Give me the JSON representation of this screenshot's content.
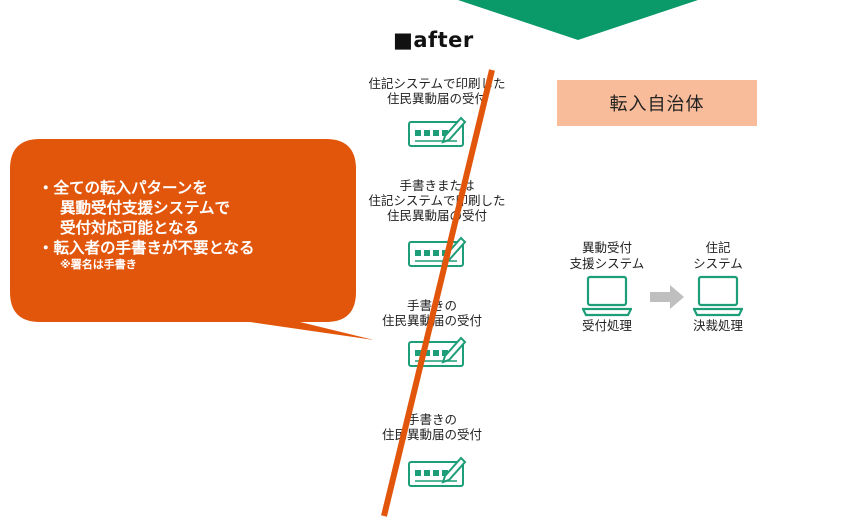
{
  "header": {
    "title": "■after"
  },
  "forms": [
    {
      "lines": [
        "住記システムで印刷した",
        "住民異動届の受付"
      ]
    },
    {
      "lines": [
        "手書きまたは",
        "住記システムで印刷した",
        "住民異動届の受付"
      ]
    },
    {
      "lines": [
        "手書きの",
        "住民異動届の受付"
      ]
    },
    {
      "lines": [
        "手書きの",
        "住民異動届の受付"
      ]
    }
  ],
  "destination": {
    "label": "転入自治体"
  },
  "systems": [
    {
      "name_lines": [
        "異動受付",
        "支援システム"
      ],
      "caption": "受付処理"
    },
    {
      "name_lines": [
        "住記",
        "システム"
      ],
      "caption": "決裁処理"
    }
  ],
  "callout": {
    "lines": [
      "・全ての転入パターンを",
      "異動受付支援システムで",
      "受付対応可能となる",
      "・転入者の手書きが不要となる"
    ],
    "note": "※署名は手書き"
  },
  "colors": {
    "accent_green": "#0a9a6a",
    "icon_green": "#1e9e78",
    "callout_orange": "#e2560c",
    "slash_orange": "#e2560c",
    "box_peach": "#f8bc9a",
    "arrow_gray": "#bfbfbf"
  },
  "icons": [
    "form-pen-icon",
    "laptop-icon",
    "right-arrow-icon"
  ]
}
